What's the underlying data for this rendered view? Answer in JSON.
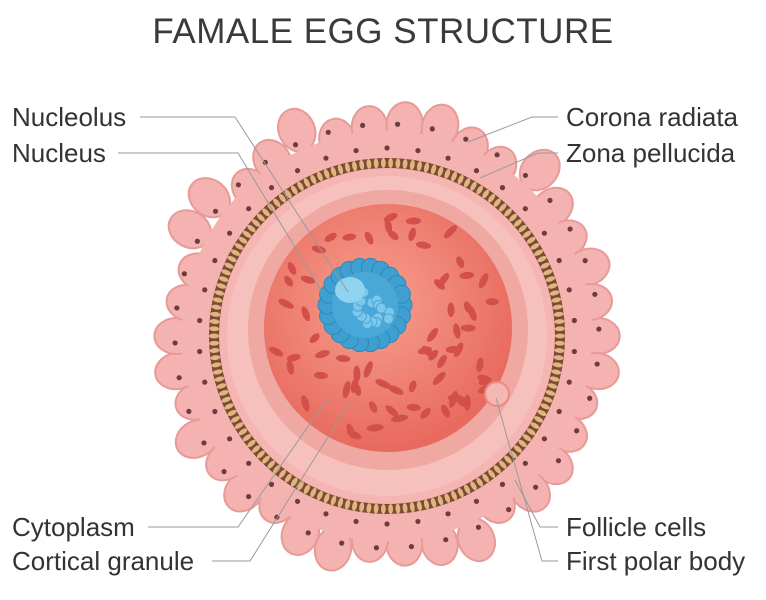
{
  "title": "FAMALE EGG STRUCTURE",
  "labels": {
    "nucleolus": "Nucleolus",
    "nucleus": "Nucleus",
    "corona_radiata": "Corona radiata",
    "zona_pellucida": "Zona pellucida",
    "cytoplasm": "Cytoplasm",
    "cortical_granule": "Cortical granule",
    "follicle_cells": "Follicle cells",
    "first_polar_body": "First polar body"
  },
  "colors": {
    "corona": "#f4b3b0",
    "corona_edge": "#e79a98",
    "follicle_nucleus": "#6e3b40",
    "zona_bead": "#e2b57c",
    "zona_dark": "#7a4a3a",
    "perivitelline": "#f5b5b2",
    "cytoplasm": "#ef7a6c",
    "granule": "#d24f4a",
    "nucleus": "#3a9fd0",
    "nucleolus": "#8fd3ef",
    "leader_line": "#9a9a9a"
  }
}
